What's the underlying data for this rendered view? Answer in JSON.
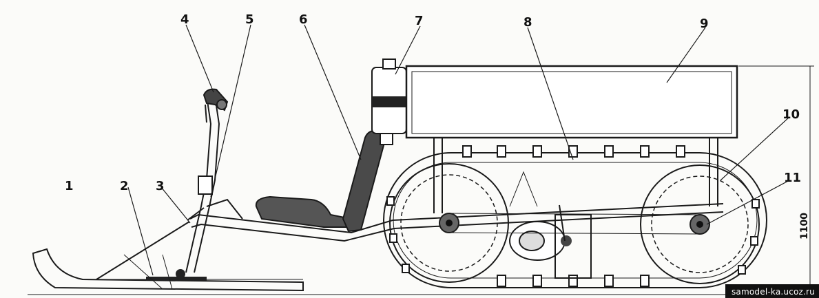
{
  "callouts": [
    "1",
    "2",
    "3",
    "4",
    "5",
    "6",
    "7",
    "8",
    "9",
    "10",
    "11"
  ],
  "dimension_label": "1100",
  "watermark": "samodel-ka.ucoz.ru"
}
